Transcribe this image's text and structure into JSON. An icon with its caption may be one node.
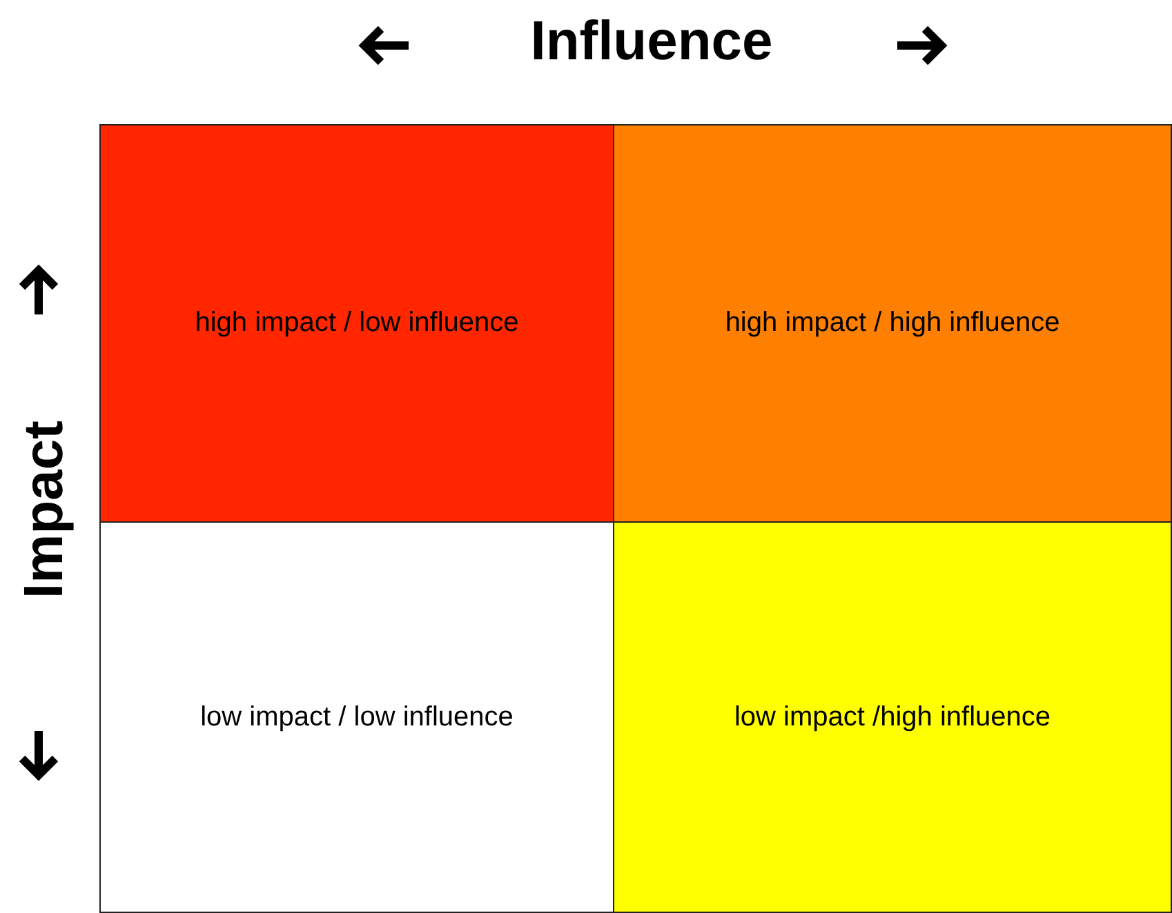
{
  "diagram": {
    "nodes": [
      {
        "text": [
          "high impact / low influence"
        ]
      },
      {
        "text": [
          "high impact / high influence"
        ]
      },
      {
        "text": [
          "low impact / low influence"
        ]
      },
      {
        "text": [
          "low impact /high influence"
        ]
      }
    ],
    "edges": [],
    "labels": [
      "Influence",
      "Impact"
    ]
  }
}
